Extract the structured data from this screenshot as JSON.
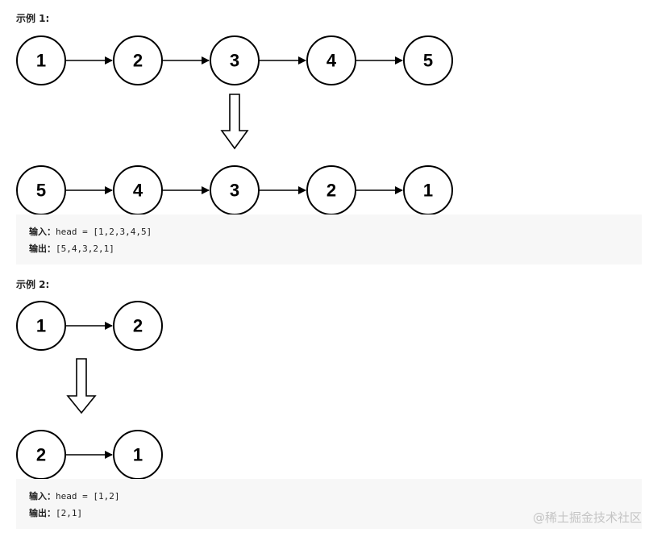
{
  "examples": [
    {
      "heading": "示例 1:",
      "before": [
        "1",
        "2",
        "3",
        "4",
        "5"
      ],
      "after": [
        "5",
        "4",
        "3",
        "2",
        "1"
      ],
      "input_label": "输入：",
      "input_value": "head = [1,2,3,4,5]",
      "output_label": "输出：",
      "output_value": "[5,4,3,2,1]"
    },
    {
      "heading": "示例 2:",
      "before": [
        "1",
        "2"
      ],
      "after": [
        "2",
        "1"
      ],
      "input_label": "输入：",
      "input_value": "head = [1,2]",
      "output_label": "输出：",
      "output_value": "[2,1]"
    }
  ],
  "watermark": "@稀土掘金技术社区"
}
